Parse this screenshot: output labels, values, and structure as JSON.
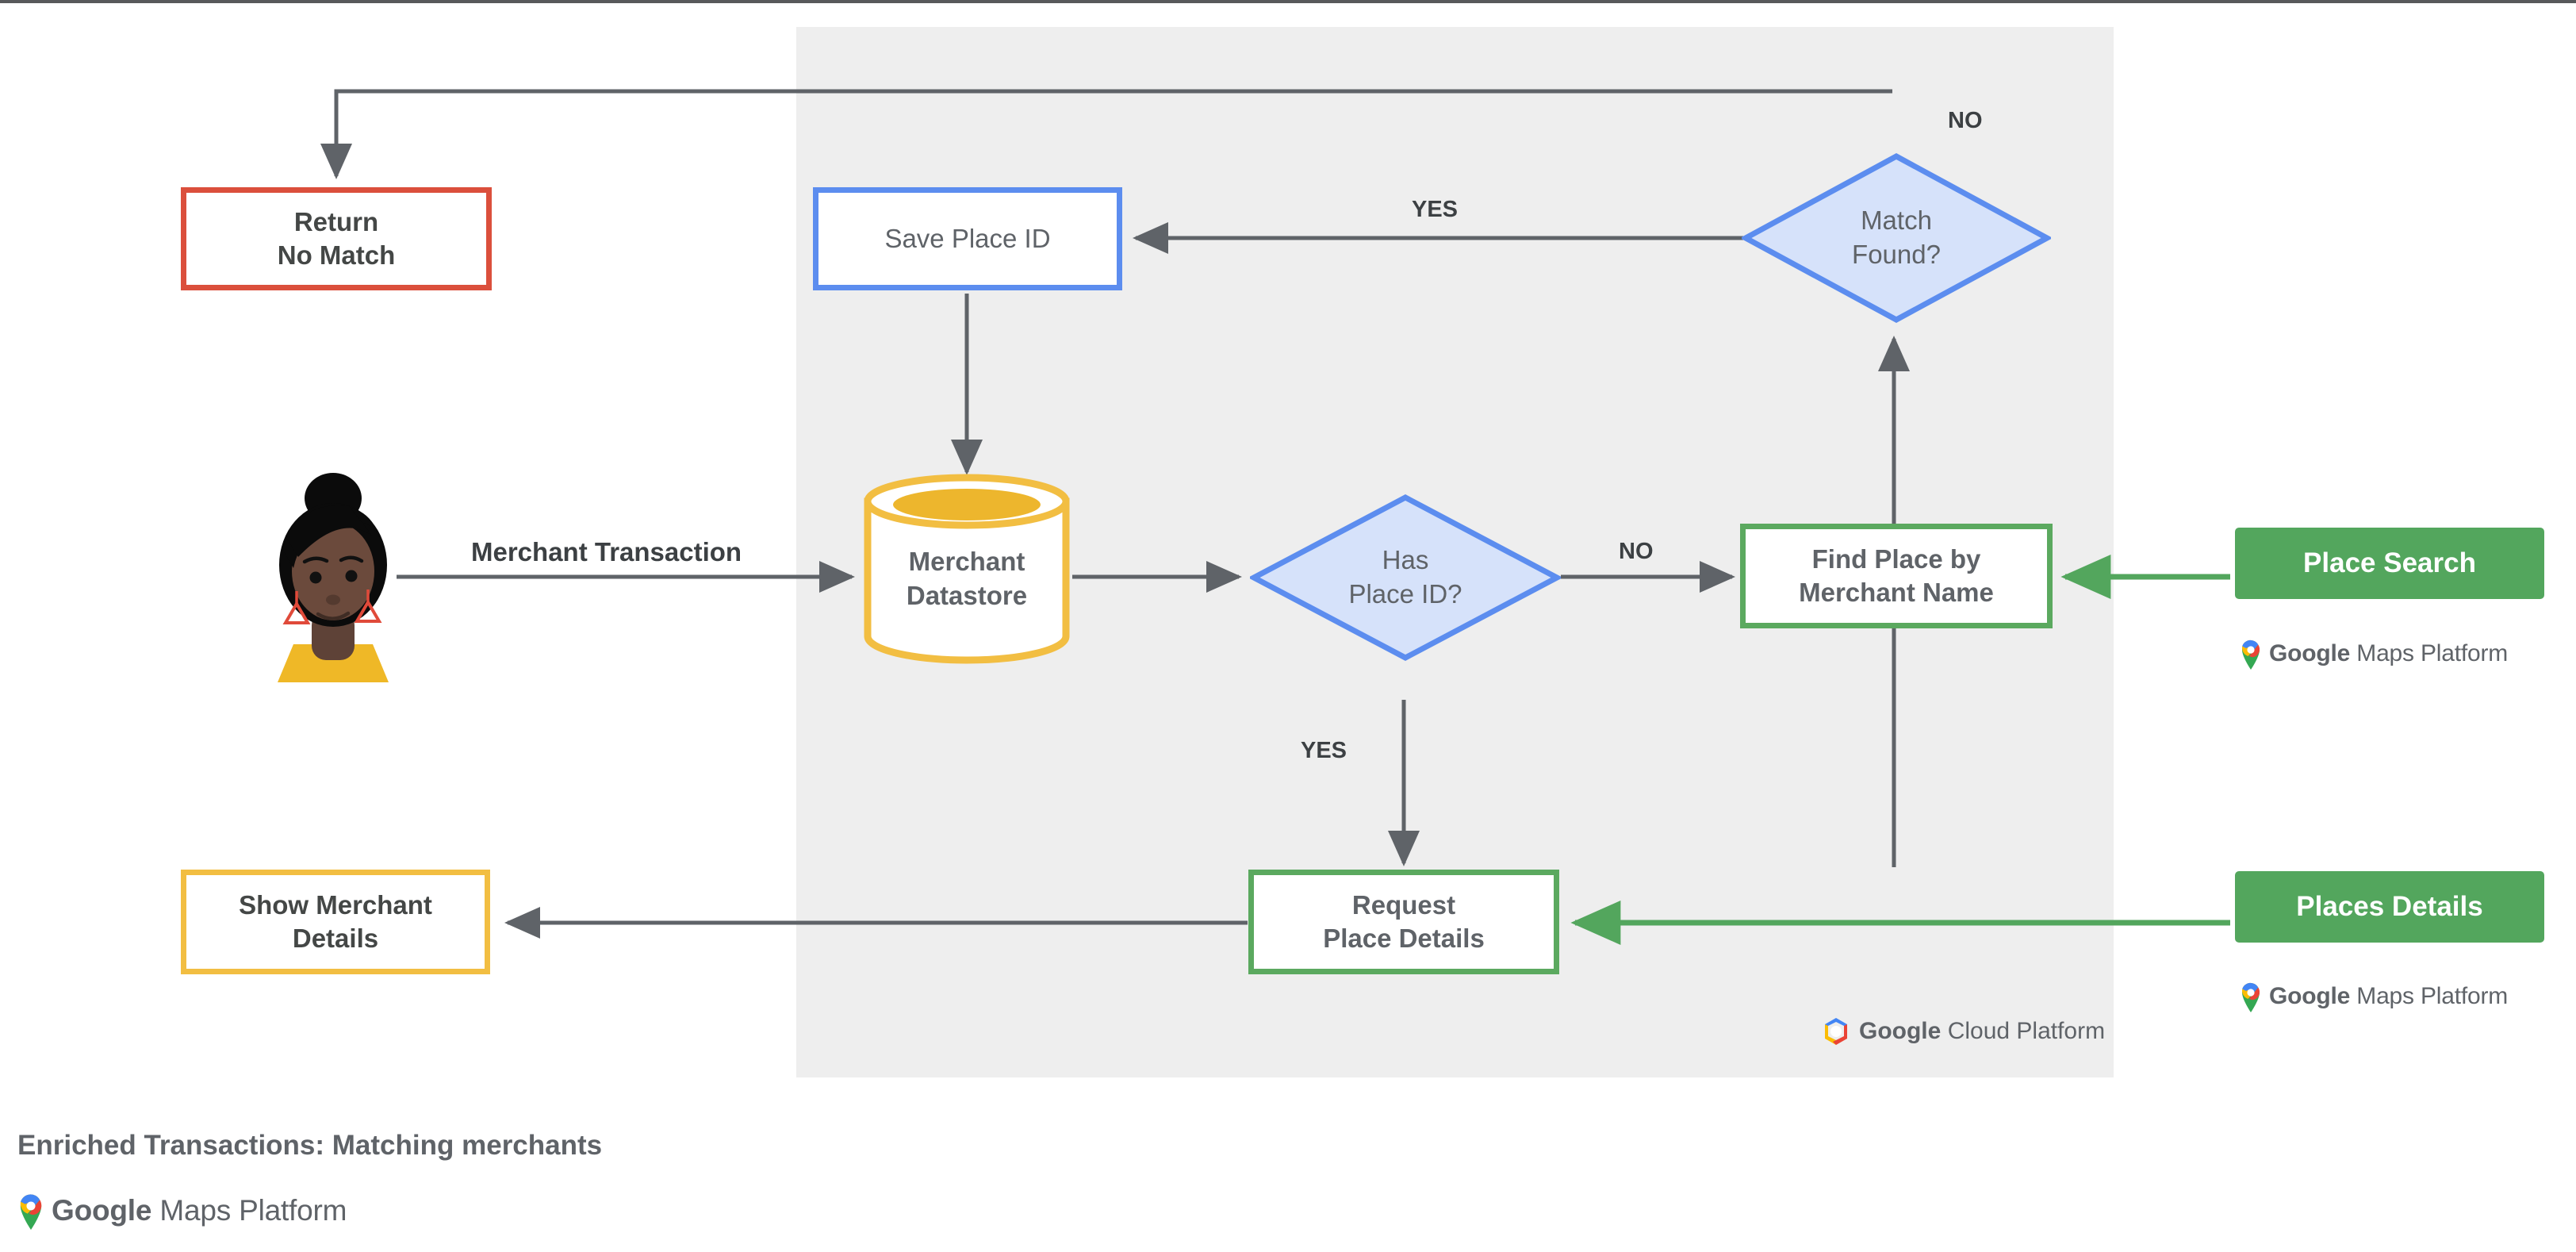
{
  "caption": {
    "title": "Enriched Transactions: Matching merchants",
    "logo": {
      "name": "google-maps-platform-logo",
      "brand": "Google",
      "product": "Maps Platform"
    }
  },
  "panel": {
    "name": "google-cloud-platform-region",
    "logo": {
      "name": "google-cloud-platform-logo",
      "brand": "Google",
      "product": "Cloud Platform"
    }
  },
  "actor": {
    "name": "merchant-customer-avatar",
    "label": ""
  },
  "nodes": {
    "return_no_match": {
      "label": "Return\nNo Match",
      "line1": "Return",
      "line2": "No Match",
      "color": "#DB4F3C",
      "shape": "process"
    },
    "save_place_id": {
      "label": "Save Place ID",
      "color": "#5C8DEF",
      "shape": "process"
    },
    "match_found": {
      "line1": "Match",
      "line2": "Found?",
      "color": "#5C8DEF",
      "fill": "#D6E2FA",
      "shape": "decision"
    },
    "merchant_datastore": {
      "line1": "Merchant",
      "line2": "Datastore",
      "color": "#F2BE42",
      "shape": "datastore"
    },
    "has_place_id": {
      "line1": "Has",
      "line2": "Place ID?",
      "color": "#5C8DEF",
      "fill": "#D6E2FA",
      "shape": "decision"
    },
    "find_place_by_merchant_name": {
      "line1": "Find Place by",
      "line2": "Merchant Name",
      "color": "#5BA95F",
      "shape": "process"
    },
    "request_place_details": {
      "line1": "Request",
      "line2": "Place Details",
      "color": "#5BA95F",
      "shape": "process"
    },
    "show_merchant_details": {
      "line1": "Show Merchant",
      "line2": "Details",
      "color": "#F2BE42",
      "shape": "process"
    },
    "place_search": {
      "label": "Place Search",
      "color": "#53A65D",
      "shape": "api-chip"
    },
    "places_details": {
      "label": "Places Details",
      "color": "#53A65D",
      "shape": "api-chip"
    }
  },
  "edge_labels": {
    "merchant_transaction": "Merchant Transaction",
    "has_place_id_no": "NO",
    "has_place_id_yes": "YES",
    "match_found_yes": "YES",
    "match_found_no": "NO"
  },
  "colors": {
    "panel_bg": "#eeeeee",
    "connector": "#5f6368",
    "green_connector": "#53A65D",
    "red": "#DB4F3C",
    "yellow": "#F2BE42",
    "blue": "#5C8DEF",
    "blue_fill": "#D6E2FA",
    "green": "#5BA95F",
    "text": "#5f6368"
  }
}
